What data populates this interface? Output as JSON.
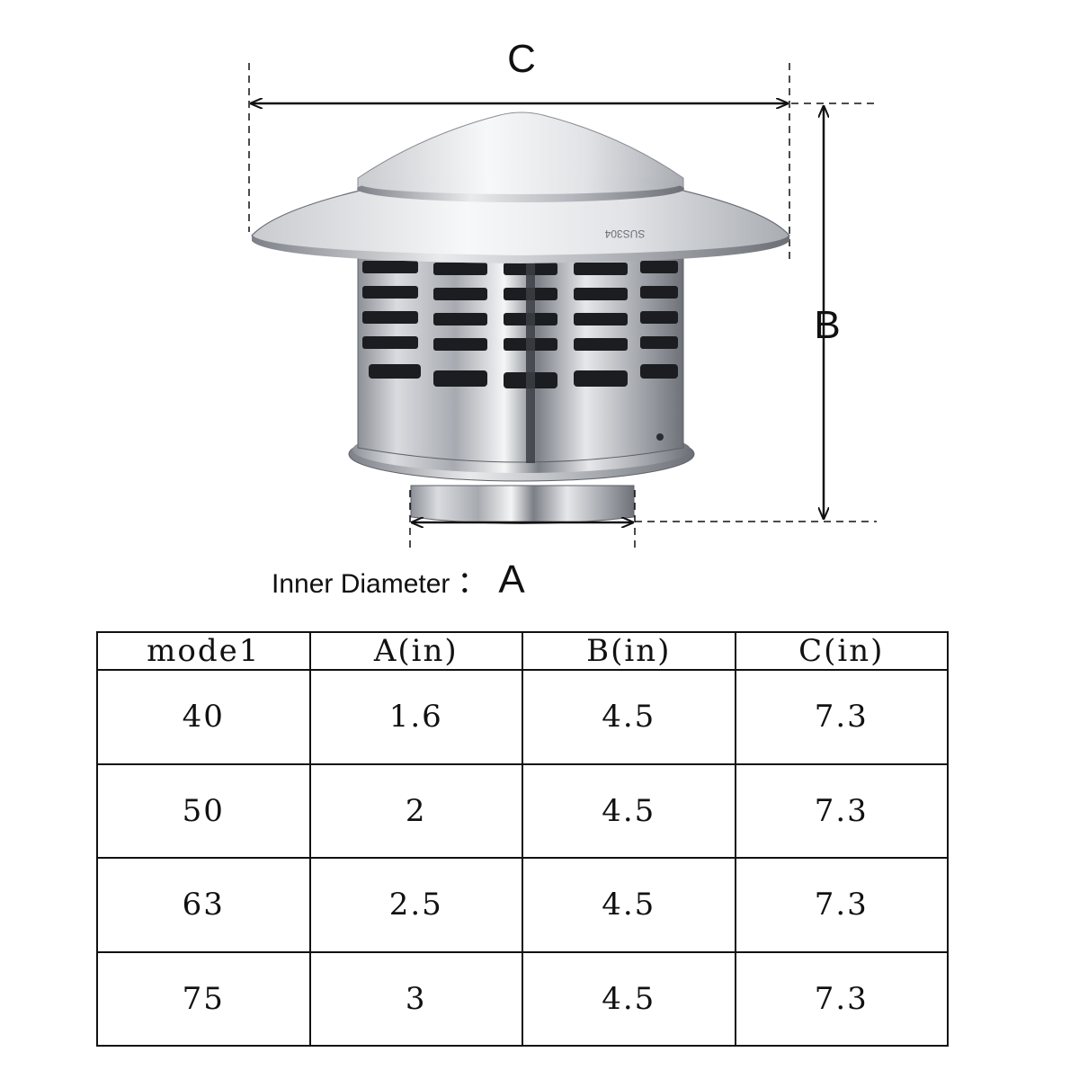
{
  "dimensions": {
    "c_label": "C",
    "b_label": "B",
    "a_label": "A"
  },
  "product": {
    "stamp_text": "SUS304"
  },
  "inner_diameter": {
    "text": "Inner Diameter",
    "separator": "：",
    "letter": "A"
  },
  "table": {
    "headers": [
      "mode1",
      "A(in)",
      "B(in)",
      "C(in)"
    ],
    "rows": [
      [
        "40",
        "1.6",
        "4.5",
        "7.3"
      ],
      [
        "50",
        "2",
        "4.5",
        "7.3"
      ],
      [
        "63",
        "2.5",
        "4.5",
        "7.3"
      ],
      [
        "75",
        "3",
        "4.5",
        "7.3"
      ]
    ]
  },
  "colors": {
    "line": "#111111",
    "steel_light": "#f2f3f5",
    "steel_dark": "#6d7178"
  }
}
